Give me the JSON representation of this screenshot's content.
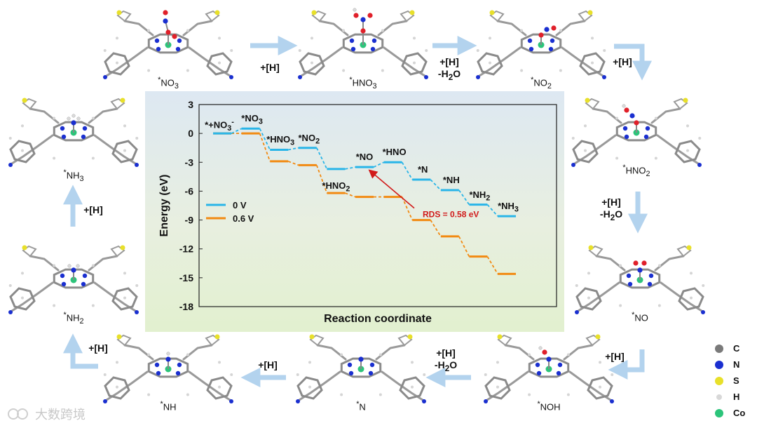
{
  "molecules": [
    {
      "id": "m1",
      "label": "*NO3",
      "html": "<sup>*</sup>NO<sub>3</sub>"
    },
    {
      "id": "m2",
      "label": "*HNO3",
      "html": "<sup>*</sup>HNO<sub>3</sub>"
    },
    {
      "id": "m3",
      "label": "*NO2",
      "html": "<sup>*</sup>NO<sub>2</sub>"
    },
    {
      "id": "m4",
      "label": "*HNO2",
      "html": "<sup>*</sup>HNO<sub>2</sub>"
    },
    {
      "id": "m5",
      "label": "*NO",
      "html": "<sup>*</sup>NO"
    },
    {
      "id": "m6",
      "label": "*NOH",
      "html": "<sup>*</sup>NOH"
    },
    {
      "id": "m7",
      "label": "*N",
      "html": "<sup>*</sup>N"
    },
    {
      "id": "m8",
      "label": "*NH",
      "html": "<sup>*</sup>NH"
    },
    {
      "id": "m9",
      "label": "*NH2",
      "html": "<sup>*</sup>NH<sub>2</sub>"
    },
    {
      "id": "m10",
      "label": "*NH3",
      "html": "<sup>*</sup>NH<sub>3</sub>"
    }
  ],
  "steps": [
    {
      "id": "s1",
      "html": "+[H]"
    },
    {
      "id": "s2",
      "html": "+[H]<br>-H<sub>2</sub>O"
    },
    {
      "id": "s3",
      "html": "+[H]"
    },
    {
      "id": "s4",
      "html": "+[H]<br>-H<sub>2</sub>O"
    },
    {
      "id": "s5",
      "html": "+[H]"
    },
    {
      "id": "s6",
      "html": "+[H]<br>-H<sub>2</sub>O"
    },
    {
      "id": "s7",
      "html": "+[H]"
    },
    {
      "id": "s8",
      "html": "+[H]"
    },
    {
      "id": "s9",
      "html": "+[H]"
    }
  ],
  "atom_legend": [
    {
      "symbol": "C",
      "color": "#7a7a7a"
    },
    {
      "symbol": "N",
      "color": "#1a2fd0"
    },
    {
      "symbol": "S",
      "color": "#e8e02a"
    },
    {
      "symbol": "H",
      "color": "#d8d8d8"
    },
    {
      "symbol": "Co",
      "color": "#2cc47a"
    }
  ],
  "watermark": "大数跨境",
  "chart_data": {
    "type": "line",
    "subtype": "energy-step-diagram",
    "xlabel": "Reaction coordinate",
    "ylabel": "Energy (eV)",
    "ylim": [
      -18,
      3
    ],
    "yticks": [
      3,
      0,
      -3,
      -6,
      -9,
      -12,
      -15,
      -18
    ],
    "annotation": "RDS = 0.58 eV",
    "series": [
      {
        "name": "0 V",
        "color": "#29b5e8",
        "style": "dashed-steps",
        "values": [
          0.5,
          -1.7,
          -1.5,
          -3.7,
          -3.5,
          -3.0,
          -4.8,
          -5.9,
          -7.4,
          -8.6
        ]
      },
      {
        "name": "0.6 V",
        "color": "#f28a12",
        "style": "dashed-steps",
        "values": [
          0.0,
          -2.9,
          -3.3,
          -6.2,
          -6.6,
          -6.6,
          -9.0,
          -10.7,
          -12.8,
          -14.6
        ]
      }
    ],
    "state_labels": [
      {
        "html": "*+NO<sub>3</sub><sup>-</sup>",
        "text": "*+NO3-"
      },
      {
        "html": "*NO<sub>3</sub>",
        "text": "*NO3"
      },
      {
        "html": "*HNO<sub>3</sub>",
        "text": "*HNO3"
      },
      {
        "html": "*NO<sub>2</sub>",
        "text": "*NO2"
      },
      {
        "html": "*HNO<sub>2</sub>",
        "text": "*HNO2"
      },
      {
        "html": "*NO",
        "text": "*NO"
      },
      {
        "html": "*HNO",
        "text": "*HNO"
      },
      {
        "html": "*N",
        "text": "*N"
      },
      {
        "html": "*NH",
        "text": "*NH"
      },
      {
        "html": "*NH<sub>2</sub>",
        "text": "*NH2"
      },
      {
        "html": "*NH<sub>3</sub>",
        "text": "*NH3"
      }
    ]
  }
}
